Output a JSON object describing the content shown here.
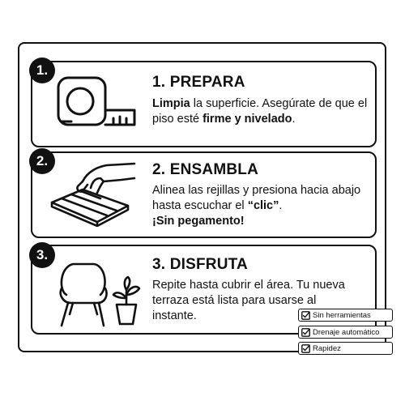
{
  "steps": [
    {
      "number": "1.",
      "title": "1. PREPARA",
      "text": {
        "p1_bold": "Limpia",
        "p2": " la superficie. Asegúrate de que el piso esté ",
        "p3_bold": "firme y nivelado",
        "p4": "."
      },
      "icon": "tape-measure-icon"
    },
    {
      "number": "2.",
      "title": "2. ENSAMBLA",
      "text": {
        "p1": "Alinea las rejillas y presiona hacia abajo hasta escuchar el ",
        "p2_bold": "“clic”",
        "p3": ".",
        "p4_bold": "¡Sin pegamento!"
      },
      "icon": "hand-pressing-tiles-icon"
    },
    {
      "number": "3.",
      "title": "3. DISFRUTA",
      "text": {
        "p1": "Repite hasta cubrir el área. Tu nueva terraza está lista para usarse al instante."
      },
      "icon": "armchair-and-plant-icon"
    }
  ],
  "tags": [
    {
      "label": "Sin herramientas",
      "icon": "checkbox-icon"
    },
    {
      "label": "Drenaje automático",
      "icon": "checkbox-icon"
    },
    {
      "label": "Rapidez",
      "icon": "checkbox-icon"
    }
  ],
  "colors": {
    "ink": "#111111",
    "background": "#ffffff"
  }
}
